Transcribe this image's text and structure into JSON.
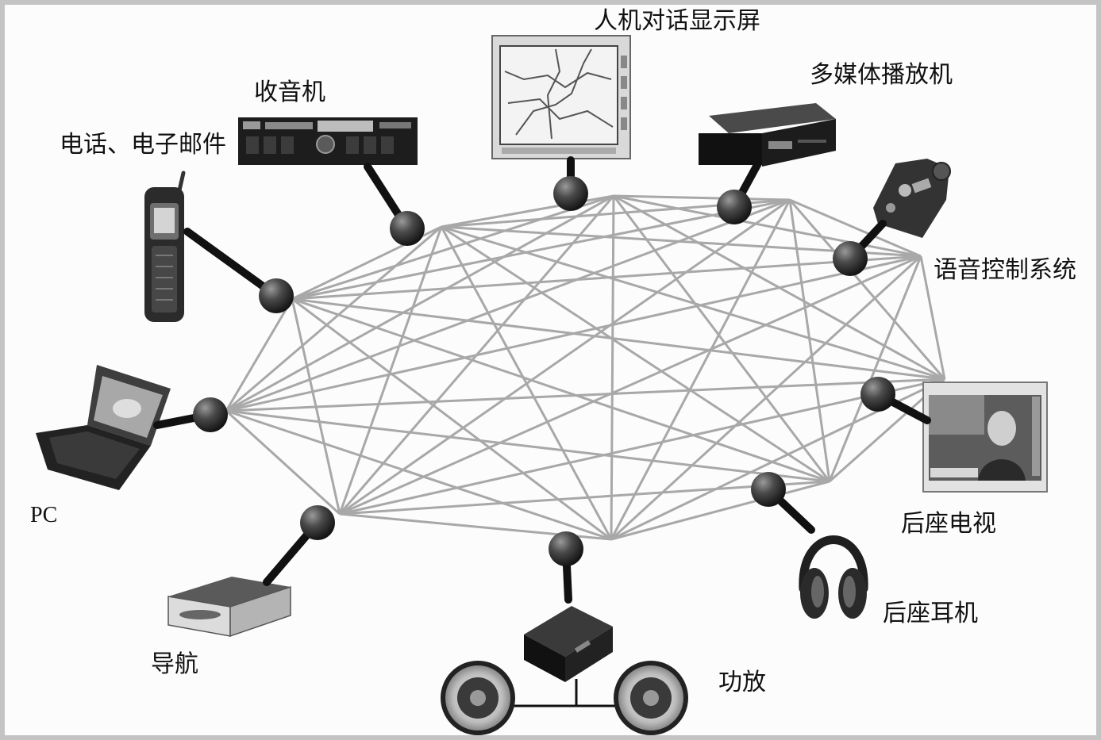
{
  "devices": {
    "hmi_display": {
      "label": "人机对话显示屏"
    },
    "radio": {
      "label": "收音机"
    },
    "multimedia_player": {
      "label": "多媒体播放机"
    },
    "phone_email": {
      "label": "电话、电子邮件"
    },
    "voice_control": {
      "label": "语音控制系统"
    },
    "pc": {
      "label": "PC"
    },
    "rear_tv": {
      "label": "后座电视"
    },
    "rear_headphones": {
      "label": "后座耳机"
    },
    "navigation": {
      "label": "导航"
    },
    "amplifier": {
      "label": "功放"
    }
  },
  "colors": {
    "link": "#a8a8a8",
    "node": "#3a3a3a",
    "stem": "#111111",
    "background": "#fcfcfc"
  }
}
